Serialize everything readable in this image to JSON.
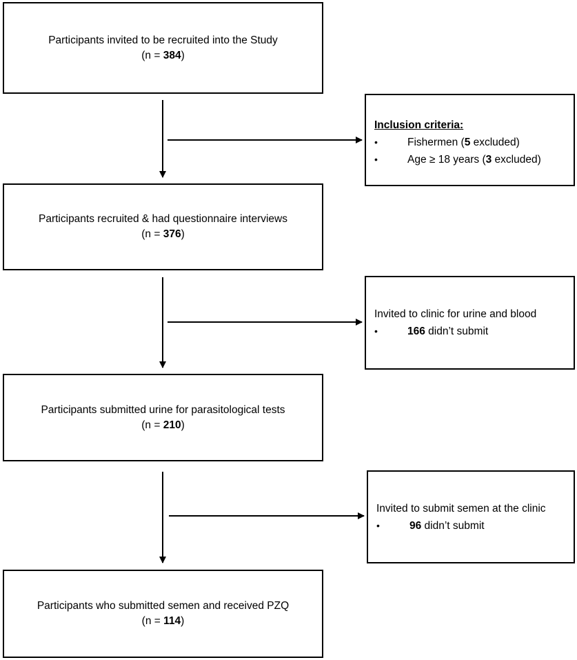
{
  "boxes": {
    "invited": {
      "text": "Participants invited to be recruited into the Study",
      "n_prefix": "(n = ",
      "n_value": "384",
      "n_suffix": ")"
    },
    "recruited": {
      "text": "Participants recruited & had questionnaire interviews",
      "n_prefix": "(n = ",
      "n_value": "376",
      "n_suffix": ")"
    },
    "urine": {
      "text": "Participants submitted urine for parasitological tests",
      "n_prefix": "(n = ",
      "n_value": "210",
      "n_suffix": ")"
    },
    "semen": {
      "text": "Participants who submitted semen and received PZQ",
      "n_prefix": "(n = ",
      "n_value": "114",
      "n_suffix": ")"
    }
  },
  "side_boxes": {
    "inclusion": {
      "heading": "Inclusion criteria:",
      "items": [
        {
          "bullet": "•",
          "label": "Fishermen (",
          "count": "5",
          "suffix": " excluded)"
        },
        {
          "bullet": "•",
          "label": "Age ≥ 18 years (",
          "count": "3",
          "suffix": " excluded)"
        }
      ]
    },
    "clinic_urine_blood": {
      "title": "Invited to clinic for urine and blood",
      "bullet": "•",
      "count": "166",
      "suffix": " didn’t submit"
    },
    "clinic_semen": {
      "title": "Invited to submit semen at the clinic",
      "bullet": "•",
      "count": "96",
      "suffix": " didn’t submit"
    }
  }
}
